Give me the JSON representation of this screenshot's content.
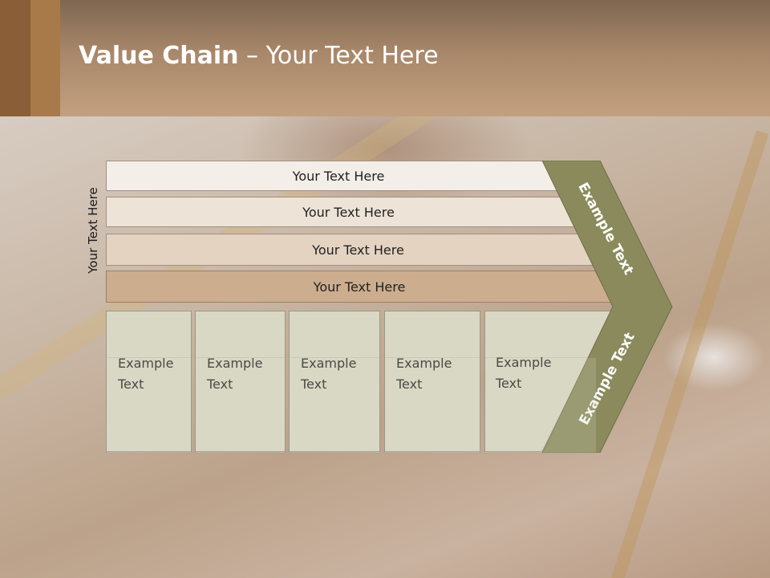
{
  "header": {
    "title_bold": "Value Chain",
    "title_rest": " – Your Text Here"
  },
  "side_label": "Your Text Here",
  "bars": [
    {
      "label": "Your Text Here",
      "color": "#f3eee8"
    },
    {
      "label": "Your Text Here",
      "color": "#ede3d6"
    },
    {
      "label": "Your Text Here",
      "color": "#e3d3c0"
    },
    {
      "label": "Your Text Here",
      "color": "#ccad8e"
    }
  ],
  "columns": [
    {
      "label": "Example\nText"
    },
    {
      "label": "Example\nText"
    },
    {
      "label": "Example\nText"
    },
    {
      "label": "Example\nText"
    },
    {
      "label": "Example\nText"
    }
  ],
  "chevron": {
    "top_label": "Example Text",
    "bottom_label": "Example Text",
    "color": "#8a8a5c"
  }
}
